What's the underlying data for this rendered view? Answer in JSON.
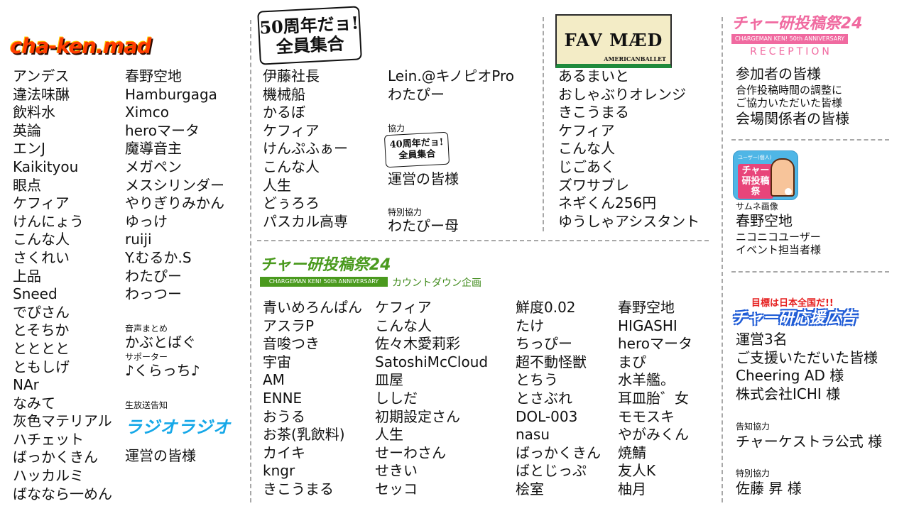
{
  "col1": {
    "logo_text": "cha-ken.mad",
    "names_left": [
      "アンデス",
      "違法味醂",
      "飲料水",
      "英論",
      "エンJ",
      "Kaikityou",
      "眼点",
      "ケフィア",
      "けんにょう",
      "こんな人",
      "さくれい",
      "上品",
      "Sneed",
      "でぴさん",
      "とそちか",
      "とととと",
      "ともしげ",
      "NAr",
      "なみて",
      "灰色マテリアル",
      "ハチェット",
      "ばっかくきん",
      "ハッカルミ",
      "ばななら一めん"
    ],
    "names_right": [
      "春野空地",
      "Hamburgaga",
      "Ximco",
      "heroマータ",
      "魔導音主",
      "メガペン",
      "メスシリンダー",
      "やりぎりみかん",
      "ゆっけ",
      "ruiji",
      "Y.むるか.S",
      "わたぴー",
      "わっつー"
    ],
    "voice_heading": "音声まとめ",
    "voice_name": "かぶとばぐ",
    "supporter_heading": "サポーター",
    "supporter_name": "♪くらっち♪",
    "radio_heading": "生放送告知",
    "radio_logo_text": "ラジオラジオ",
    "radio_staff": "運営の皆様"
  },
  "col2": {
    "logo_50_text": "50周年だョ!全員集合",
    "names_left": [
      "伊藤社長",
      "機械船",
      "かるぼ",
      "ケフィア",
      "けんぷふぁー",
      "こんな人",
      "人生",
      "どぅろろ",
      "パスカル高専"
    ],
    "names_right": [
      "Lein.@キノピオPro",
      "わたぴー"
    ],
    "coop_heading": "協力",
    "logo_40_text": "40周年だョ!全員集合",
    "coop_name": "運営の皆様",
    "special_heading": "特別協力",
    "special_name": "わたぴー母"
  },
  "col3": {
    "logo_text": "FAV MÆD",
    "logo_sub": "AMERICANBALLET",
    "names": [
      "あるまいと",
      "おしゃぶりオレンジ",
      "きこうまる",
      "ケフィア",
      "こんな人",
      "じごあく",
      "ズワサブレ",
      "ネギくん256円",
      "ゆうしゃアシスタント"
    ]
  },
  "countdown": {
    "logo_text": "チャー研投稿祭24",
    "logo_band": "CHARGEMAN KEN! 50th ANNIVERSARY",
    "label": "カウントダウン企画",
    "columns": [
      [
        "青いめろんぱん",
        "アスラP",
        "音唆つき",
        "宇宙",
        "AM",
        "ENNE",
        "おうる",
        "お茶(乳飲料)",
        "カイキ",
        "kngr",
        "きこうまる"
      ],
      [
        "ケフィア",
        "こんな人",
        "佐々木愛莉彩",
        "SatoshiMcCloud",
        "皿屋",
        "ししだ",
        "初期設定さん",
        "人生",
        "せーわさん",
        "せきい",
        "セッコ"
      ],
      [
        "鮮度0.02",
        "たけ",
        "ちっぴー",
        "超不動怪獣",
        "とちう",
        "とさぶれ",
        "DOL-003",
        "nasu",
        "ばっかくきん",
        "ばとじっぷ",
        "桧室"
      ],
      [
        "春野空地",
        "HIGASHI",
        "heroマータ",
        "まぴ",
        "水羊艦。",
        "耳皿胎゛女",
        "モモスキ",
        "やがみくん",
        "焼鯖",
        "友人K",
        "柚月"
      ]
    ]
  },
  "reception": {
    "logo_title": "チャー研投稿祭24",
    "logo_band": "CHARGEMAN KEN! 50th ANNIVERSARY",
    "logo_word": "RECEPTION",
    "line1": "参加者の皆様",
    "line2": "合作投稿時間の調整に",
    "line3": "ご協力いただいた皆様",
    "line4": "会場関係者の皆様"
  },
  "thumbnail": {
    "tag": "ユーザー(個人)",
    "title": "チャー研投稿祭",
    "heading": "サムネ画像",
    "name": "春野空地",
    "role1": "ニコニコユーザー",
    "role2": "イベント担当者様"
  },
  "ad": {
    "logo_top": "目標は日本全国だ!!",
    "logo_main": "チャー研応援広告",
    "lines": [
      "運営3名",
      "ご支援いただいた皆様",
      "Cheering AD 様",
      "株式会社ICHI 様"
    ],
    "notice_heading": "告知協力",
    "notice_name": "チャーケストラ公式 様",
    "special_heading": "特別協力",
    "special_name": "佐藤 昇 様"
  }
}
